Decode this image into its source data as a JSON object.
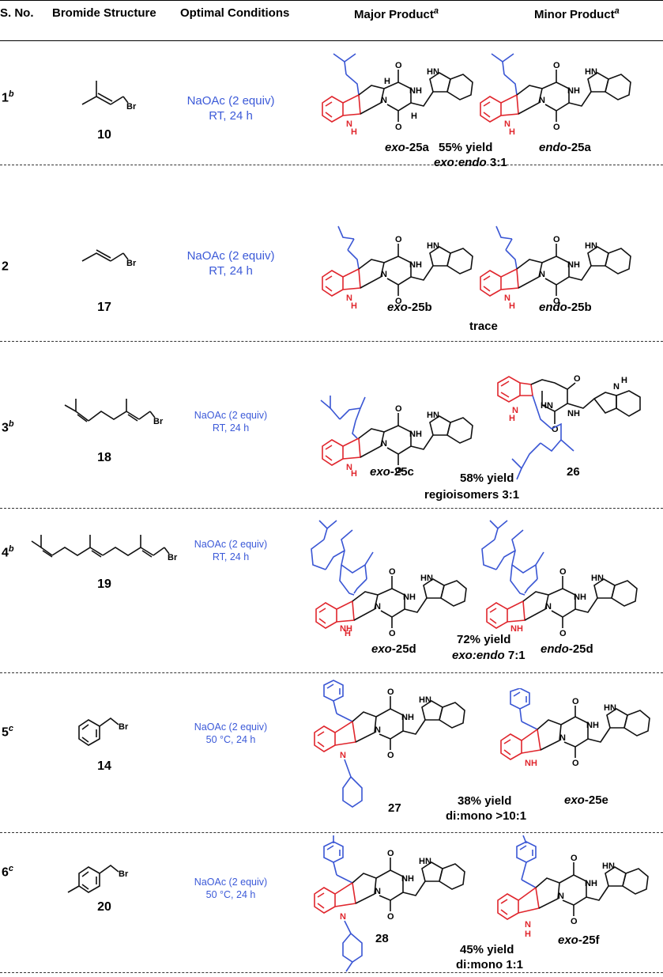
{
  "headers": {
    "sno": "S. No.",
    "bromide": "Bromide Structure",
    "conditions": "Optimal Conditions",
    "major": "Major Product",
    "minor": "Minor Product",
    "footnote_mark": "a"
  },
  "bromide_atom": "Br",
  "rows": [
    {
      "entry": "1",
      "note": "b",
      "bromide_id": "10",
      "cond1": "NaOAc (2 equiv)",
      "cond2": "RT, 24 h",
      "major_prefix": "exo",
      "major_id": "-25a",
      "minor_prefix": "endo",
      "minor_id": "-25a",
      "yield": "55% yield",
      "ratio_prefix": "exo:endo",
      "ratio": " 3:1"
    },
    {
      "entry": "2",
      "note": "",
      "bromide_id": "17",
      "cond1": "NaOAc (2 equiv)",
      "cond2": "RT, 24 h",
      "major_prefix": "exo",
      "major_id": "-25b",
      "minor_prefix": "endo",
      "minor_id": "-25b",
      "yield": "trace"
    },
    {
      "entry": "3",
      "note": "b",
      "bromide_id": "18",
      "cond1": "NaOAc (2 equiv)",
      "cond2": "RT, 24 h",
      "major_prefix": "exo",
      "major_id": "-25c",
      "minor_id": "26",
      "yield": "58% yield",
      "ratio": "regioisomers 3:1"
    },
    {
      "entry": "4",
      "note": "b",
      "bromide_id": "19",
      "cond1": "NaOAc (2 equiv)",
      "cond2": "RT, 24 h",
      "major_prefix": "exo",
      "major_id": "-25d",
      "minor_prefix": "endo",
      "minor_id": "-25d",
      "yield": "72% yield",
      "ratio_prefix": "exo:endo",
      "ratio": " 7:1"
    },
    {
      "entry": "5",
      "note": "c",
      "bromide_id": "14",
      "cond1": "NaOAc (2 equiv)",
      "cond2": "50 °C, 24 h",
      "major_id": "27",
      "minor_prefix": "exo",
      "minor_id": "-25e",
      "yield": "38% yield",
      "ratio": "di:mono >10:1"
    },
    {
      "entry": "6",
      "note": "c",
      "bromide_id": "20",
      "cond1": "NaOAc (2 equiv)",
      "cond2": "50 °C, 24 h",
      "major_id": "28",
      "minor_prefix": "exo",
      "minor_id": "-25f",
      "yield": "45% yield",
      "ratio": "di:mono 1:1"
    }
  ],
  "colors": {
    "conditions": "#3c5ad8",
    "indoline": "#e0262d",
    "substituent": "#3a56d4"
  }
}
